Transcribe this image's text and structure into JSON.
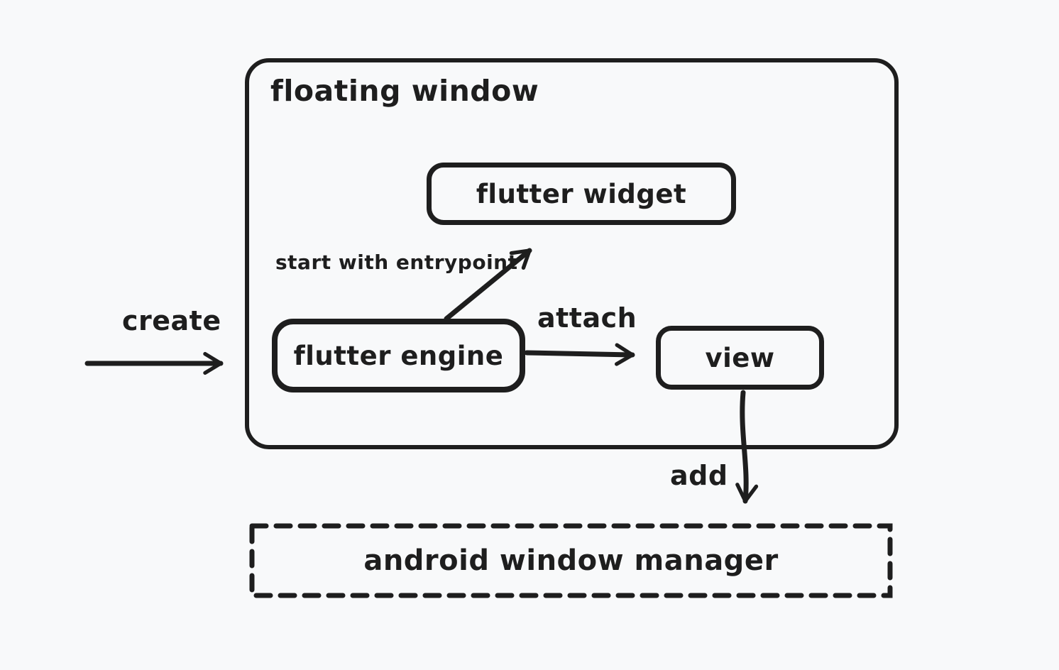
{
  "diagram": {
    "background_color": "#f8f9fa",
    "ink_color": "#1e1e1e",
    "nodes": {
      "floating_window": {
        "label": "floating window",
        "shape": "rounded-rect-container"
      },
      "flutter_widget": {
        "label": "flutter widget",
        "shape": "rounded-rect"
      },
      "flutter_engine": {
        "label": "flutter engine",
        "shape": "rounded-rect"
      },
      "view": {
        "label": "view",
        "shape": "rounded-rect"
      },
      "android_window_manager": {
        "label": "android window manager",
        "shape": "dashed-rect"
      }
    },
    "edges": [
      {
        "label": "create",
        "from": "outside",
        "to": "floating_window"
      },
      {
        "label": "start with entrypoint",
        "from": "flutter_engine",
        "to": "flutter_widget"
      },
      {
        "label": "attach",
        "from": "flutter_engine",
        "to": "view"
      },
      {
        "label": "add",
        "from": "view",
        "to": "android_window_manager"
      }
    ]
  }
}
